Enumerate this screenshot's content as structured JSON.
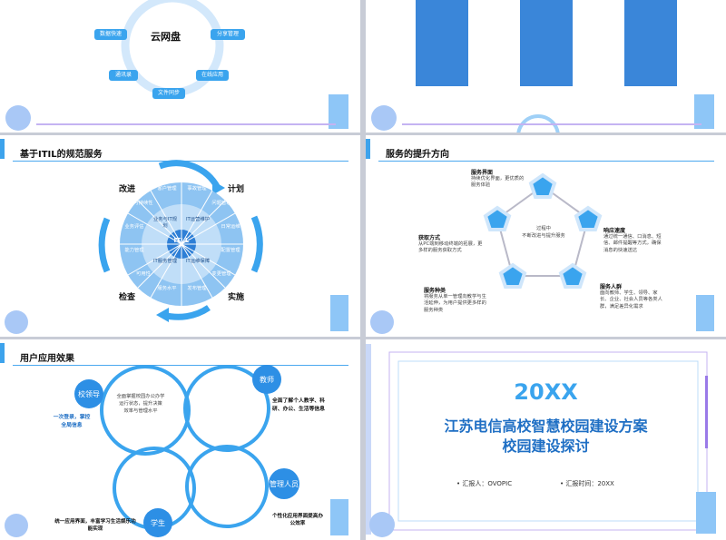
{
  "slide1": {
    "center_label": "云网盘",
    "nodes": [
      "数据快速",
      "分享管理",
      "通讯录",
      "在线应用",
      "文件同步"
    ]
  },
  "slide3": {
    "title": "基于ITIL的规范服务",
    "quadrants": [
      "改进",
      "计划",
      "检查",
      "实施"
    ],
    "hub": "ITI L",
    "segments": [
      "客户管理",
      "事故管理",
      "问题管理",
      "日常运维",
      "配置管理",
      "变更管理",
      "发布管理",
      "服务水平",
      "可用性",
      "能力管理",
      "业务评估",
      "可持续性"
    ],
    "inner": [
      "业务与IT规划",
      "IT运营维护",
      "IT运维保障",
      "IT服务管理"
    ]
  },
  "slide4": {
    "title": "服务的提升方向",
    "center_lines": [
      "过程中",
      "不断改进与提升服务"
    ],
    "items": [
      {
        "heading": "服务界面",
        "text": "持续优化界面，更优质的服务体验"
      },
      {
        "heading": "响应速度",
        "text": "通过统一通信、口消息、短信、邮件提醒等方式，确保消息的快速送达"
      },
      {
        "heading": "服务人群",
        "text": "面向教师、学生、领导、家长、企业、社会人员等各类人群，满足差异化需求"
      },
      {
        "heading": "服务种类",
        "text": "将服务从单一管理向教学与生活延伸，为用户提供更多样的服务种类"
      },
      {
        "heading": "获取方式",
        "text": "从PC端到移动终端的拓展，更多样的服务获取方式"
      }
    ]
  },
  "slide5": {
    "title": "用户应用效果",
    "bubbles": [
      "校领导",
      "教师",
      "管理人员",
      "学生"
    ],
    "left_note": "一次登录，掌控全局信息",
    "right_note": "全面了解个人教学、科研、办公、生活等信息",
    "bottom_right_note": "个性化应用界面提高办公效率",
    "bottom_left_note": "统一应用界面，丰富学习生活娱乐功能实现",
    "detail_lines": [
      "全面掌握校园办公办学",
      "运行状态，提升决策",
      "效率与管理水平"
    ]
  },
  "slide6": {
    "year": "20XX",
    "title_line1": "江苏电信高校智慧校园建设方案",
    "title_line2": "校园建设探讨",
    "reporter": "• 汇报人：OVOPIC",
    "time": "• 汇报时间：20XX"
  },
  "colors": {
    "accent": "#3aa4ee",
    "deep": "#1f6fc4",
    "purple": "#9a7ae8"
  }
}
